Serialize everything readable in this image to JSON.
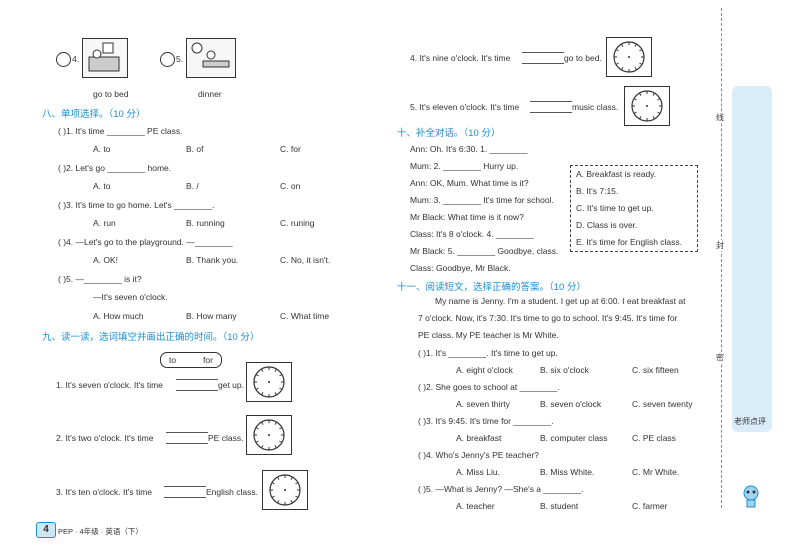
{
  "top": {
    "q4_num": "4.",
    "q5_num": "5.",
    "word_left": "go to bed",
    "word_right": "dinner"
  },
  "s8": {
    "title": "八、单项选择。（10 分）",
    "items": [
      {
        "q": "(      )1. It's time ________ PE class.",
        "a": "A. to",
        "b": "B. of",
        "c": "C. for"
      },
      {
        "q": "(      )2. Let's go ________ home.",
        "a": "A. to",
        "b": "B. /",
        "c": "C. on"
      },
      {
        "q": "(      )3. It's time to go home. Let's ________.",
        "a": "A. run",
        "b": "B. running",
        "c": "C. runing"
      },
      {
        "q": "(      )4. —Let's go to the playground.    —________",
        "a": "A. OK!",
        "b": "B. Thank you.",
        "c": "C. No, it isn't."
      },
      {
        "q": "(      )5. —________ is it?",
        "q2": "—It's seven o'clock.",
        "a": "A. How much",
        "b": "B. How many",
        "c": "C. What time"
      }
    ]
  },
  "s9": {
    "title": "九、读一读，选词填空并画出正确的时间。（10 分）",
    "words": [
      "to",
      "for"
    ],
    "items": [
      {
        "pre": "1. It's seven o'clock. It's time",
        "post": "get up."
      },
      {
        "pre": "2. It's two o'clock. It's time",
        "post": "PE class."
      },
      {
        "pre": "3. It's ten o'clock. It's time",
        "post": "English class."
      },
      {
        "pre": "4. It's nine o'clock. It's time",
        "post": "go to bed."
      },
      {
        "pre": "5. It's eleven o'clock. It's time",
        "post": "music class."
      }
    ]
  },
  "s10": {
    "title": "十、补全对话。（10 分）",
    "lines": [
      "Ann: Oh. It's 6:30. 1. ________",
      "Mum: 2. ________ Hurry up.",
      "Ann: OK, Mum. What time is it?",
      "Mum: 3. ________ It's time for school.",
      "Mr Black: What time is it now?",
      "Class: It's 8 o'clock. 4. ________",
      "Mr Black: 5. ________ Goodbye, class.",
      "Class: Goodbye, Mr Black."
    ],
    "options": [
      "A. Breakfast is ready.",
      "B. It's 7:15.",
      "C. It's time to get up.",
      "D. Class is over.",
      "E. It's time for English class."
    ]
  },
  "s11": {
    "title": "十一、阅读短文，选择正确的答案。（10 分）",
    "passage": [
      "My name is Jenny. I'm a student. I get up at 6:00. I eat breakfast at",
      "7 o'clock. Now, it's 7:30. It's time to go to school. It's 9:45. It's time for",
      "PE class. My PE teacher is Mr White."
    ],
    "items": [
      {
        "q": "(      )1. It's ________. It's time to get up.",
        "a": "A. eight o'clock",
        "b": "B. six o'clock",
        "c": "C. six fifteen"
      },
      {
        "q": "(      )2. She goes to school at ________.",
        "a": "A. seven thirty",
        "b": "B. seven o'clock",
        "c": "C. seven twenty"
      },
      {
        "q": "(      )3. It's 9:45. It's time for ________.",
        "a": "A. breakfast",
        "b": "B. computer class",
        "c": "C. PE class"
      },
      {
        "q": "(      )4. Who's Jenny's PE teacher?",
        "a": "A. Miss Liu.",
        "b": "B. Miss White.",
        "c": "C. Mr White."
      },
      {
        "q": "(      )5. —What is Jenny? —She's a ________.",
        "a": "A. teacher",
        "b": "B. student",
        "c": "C. farmer"
      }
    ]
  },
  "sidebar": {
    "label": "老师点评",
    "mark_xian": "线",
    "mark_feng": "封",
    "mark_mi": "密"
  },
  "footer": {
    "page": "4",
    "text": "PEP · 4年级 · 英语（下）"
  },
  "colors": {
    "accent": "#1a8fd0",
    "sidebar": "#d9ecf9"
  }
}
